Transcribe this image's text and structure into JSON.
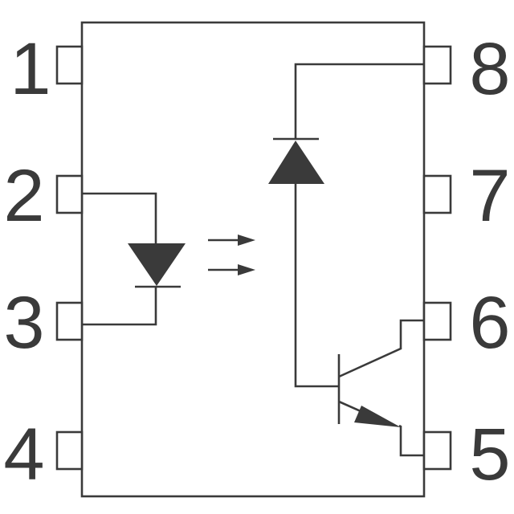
{
  "pins": {
    "p1": "1",
    "p2": "2",
    "p3": "3",
    "p4": "4",
    "p5": "5",
    "p6": "6",
    "p7": "7",
    "p8": "8"
  },
  "colors": {
    "stroke": "#3a3a3a",
    "background": "#ffffff"
  }
}
